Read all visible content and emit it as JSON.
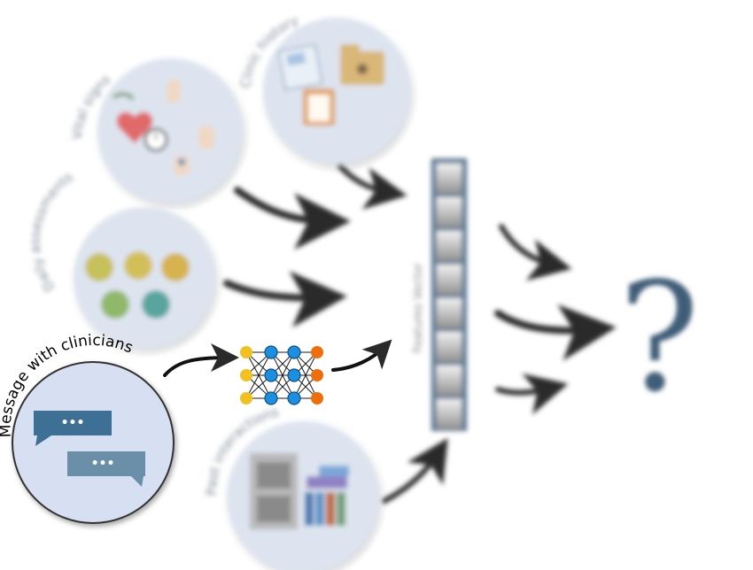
{
  "sources": {
    "vital_signs": {
      "label": "Vital signs"
    },
    "clinic_history": {
      "label": "Clinic history"
    },
    "daily_assessments": {
      "label": "Daily assessments"
    },
    "messages": {
      "label": "Message with clinicians",
      "bubble_text": "•••"
    },
    "past_interactions": {
      "label": "Past interactions"
    }
  },
  "features_vector": {
    "label": "Features Vector",
    "cells": 8
  },
  "output": {
    "symbol": "?"
  },
  "colors": {
    "circle_fill": "#dde4ef",
    "message_circle_fill": "#d7e0f2",
    "bubble_dark": "#3e6f95",
    "bubble_light": "#6b8ea9",
    "arrow": "#2a2a2a",
    "vector_border": "#5b7894",
    "question": "#3f5d78",
    "nn_input": "#f2c11f",
    "nn_hidden": "#1d8fe0",
    "nn_output": "#f06d0b"
  }
}
